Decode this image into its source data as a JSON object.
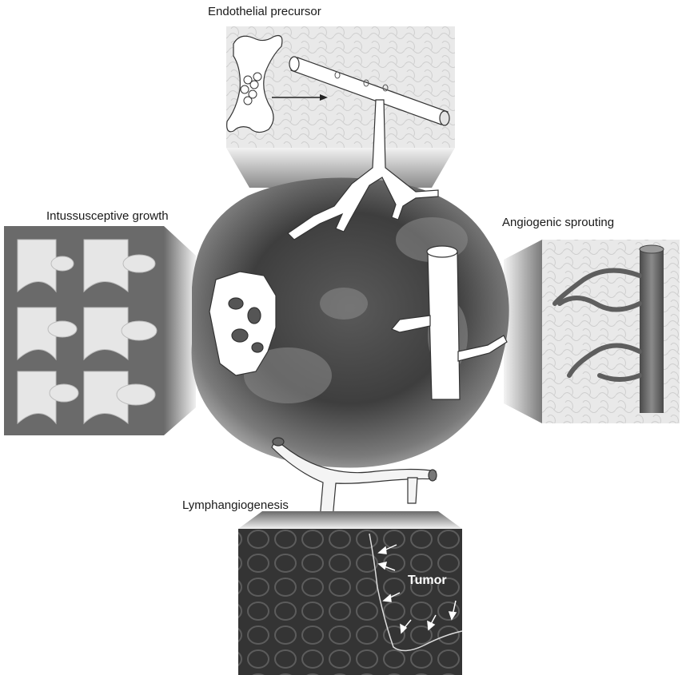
{
  "labels": {
    "endothelial_precursor": "Endothelial precursor",
    "intussusceptive_growth": "Intussusceptive growth",
    "angiogenic_sprouting": "Angiogenic sprouting",
    "lymphangiogenesis": "Lymphangiogenesis",
    "tumor": "Tumor"
  },
  "colors": {
    "tumor_dark": "#2f2f2f",
    "tumor_mid": "#6f6f6f",
    "tumor_light": "#b8b8b8",
    "panel_light": "#e7e7e7",
    "vessel_white": "#f5f5f5",
    "vessel_outline": "#333333",
    "sprout_vessel": "#6e6e6e",
    "lymph_bg": "#303030"
  }
}
